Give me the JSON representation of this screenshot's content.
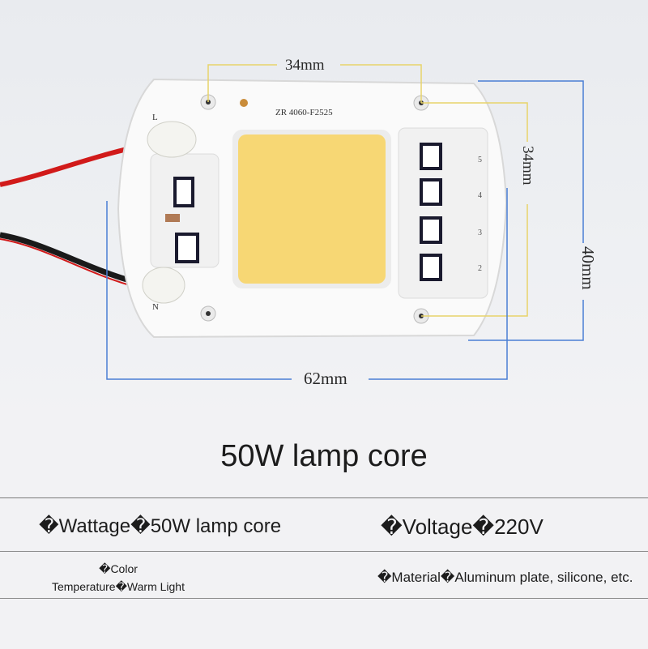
{
  "dimensions": {
    "top": "34mm",
    "right_inner": "34mm",
    "right_outer": "40mm",
    "bottom": "62mm"
  },
  "board": {
    "model_text": "ZR 4060-F2525",
    "left_marks": [
      "L",
      "N"
    ],
    "right_marks": [
      "5",
      "4",
      "3",
      "2"
    ]
  },
  "title": "50W lamp core",
  "specs": {
    "wattage": "�Wattage�50W lamp core",
    "voltage": "�Voltage�220V",
    "color_temperature": "�Color Temperature�Warm Light",
    "material": "�Material�Aluminum plate, silicone, etc."
  },
  "colors": {
    "dimension_line": "#4a7fd4",
    "guide_line": "#e8d36a",
    "chip": "#f7d774",
    "wire_red": "#d11a1a",
    "wire_black": "#1a1a1a"
  }
}
